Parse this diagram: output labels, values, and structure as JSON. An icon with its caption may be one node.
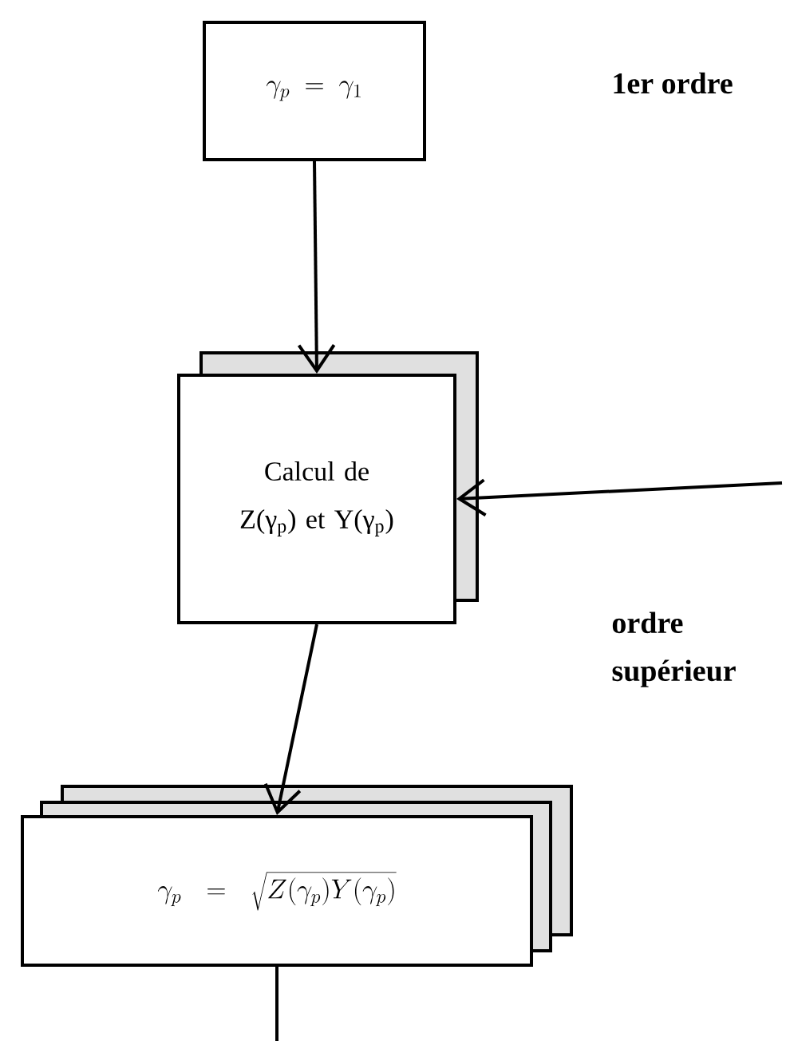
{
  "diagram": {
    "nodes": [
      {
        "text": [
          "\\gamma_p = \\gamma_1"
        ]
      },
      {
        "text": [
          "Calcul de Z(γ$_{p}$) et Y(γ$_{p}$)"
        ]
      },
      {
        "text": [
          "\\gamma_p = \\sqrt{Z(\\gamma_p)Y(\\gamma_p)}"
        ]
      }
    ],
    "edges": [
      {
        "from": 0,
        "to": 1,
        "arrow": "to"
      },
      {
        "from": null,
        "to": 1,
        "arrow": "to"
      },
      {
        "from": 1,
        "to": 2,
        "arrow": "to"
      },
      {
        "from": 2,
        "to": null,
        "arrow": "none"
      }
    ],
    "labels": [
      "1er ordre",
      "ordre supérieur"
    ]
  }
}
